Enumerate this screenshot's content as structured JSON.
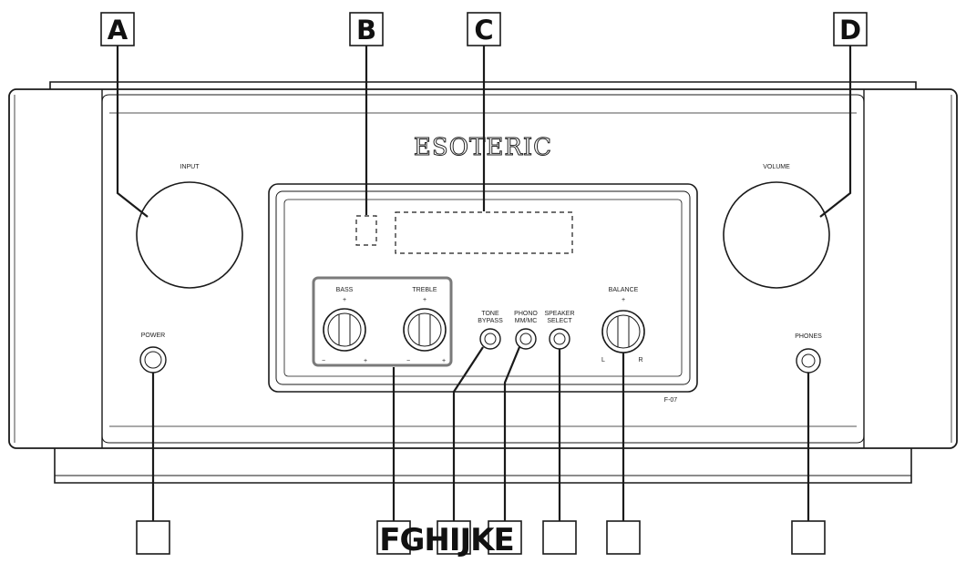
{
  "brand": "ESOTERIC",
  "model": "F-07",
  "panel_labels": {
    "input": "INPUT",
    "volume": "VOLUME",
    "power": "POWER",
    "phones": "PHONES",
    "bass": "BASS",
    "treble": "TREBLE",
    "tone_bypass_1": "TONE",
    "tone_bypass_2": "BYPASS",
    "phono_1": "PHONO",
    "phono_2": "MM/MC",
    "speaker_1": "SPEAKER",
    "speaker_2": "SELECT",
    "balance": "BALANCE",
    "plus": "+",
    "minus": "−",
    "left": "L",
    "right": "R"
  },
  "callouts": {
    "top": [
      "A",
      "B",
      "C",
      "D"
    ],
    "bottom_text": "FGHIJKE"
  }
}
